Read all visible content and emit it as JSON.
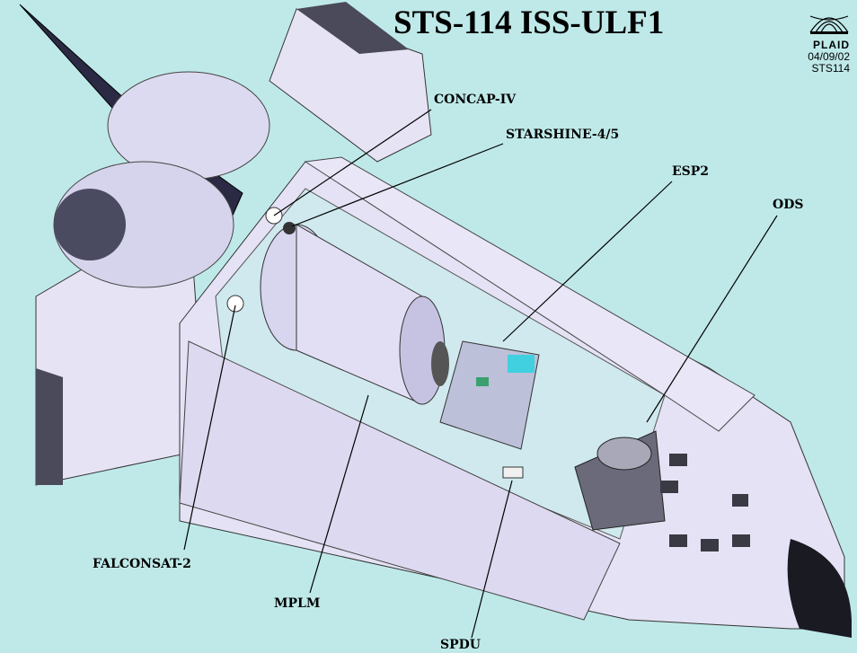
{
  "title": "STS-114 ISS-ULF1",
  "logo": {
    "name": "PLAID",
    "date": "04/09/02",
    "mission": "STS114"
  },
  "labels": {
    "concap": "CONCAP-IV",
    "starshine": "STARSHINE-4/5",
    "esp2": "ESP2",
    "ods": "ODS",
    "falconsat": "FALCONSAT-2",
    "mplm": "MPLM",
    "spdu": "SPDU"
  },
  "colors": {
    "background": "#bfe9e9",
    "hull": "#e4e2f4",
    "bay": "#cfe9ee",
    "nose": "#1a1a22"
  }
}
